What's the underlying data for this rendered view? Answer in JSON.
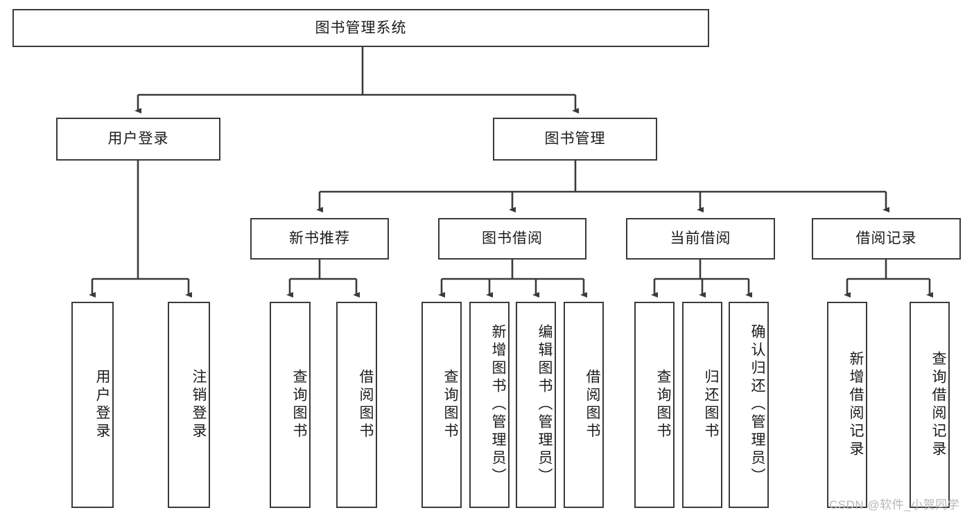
{
  "diagram": {
    "type": "hierarchy-tree",
    "title": "图书管理系统",
    "orientation": "top-down",
    "colors": {
      "box_border": "#3a3a3a",
      "box_fill": "#ffffff",
      "edge": "#3a3a3a",
      "text": "#1b1b1b",
      "watermark": "#b6b6b6"
    },
    "levels": 3,
    "nodes": {
      "root": {
        "label": "图书管理系统"
      },
      "level2": [
        {
          "label": "用户登录"
        },
        {
          "label": "图书管理"
        }
      ],
      "level3": [
        {
          "label": "新书推荐"
        },
        {
          "label": "图书借阅"
        },
        {
          "label": "当前借阅"
        },
        {
          "label": "借阅记录"
        }
      ],
      "leaves": {
        "user_login": [
          {
            "label": "用户登录"
          },
          {
            "label": "注销登录"
          }
        ],
        "new_book_recommend": [
          {
            "label": "查询图书"
          },
          {
            "label": "借阅图书"
          }
        ],
        "book_borrow": [
          {
            "label": "查询图书"
          },
          {
            "label": "新增图书（管理员）"
          },
          {
            "label": "编辑图书（管理员）"
          },
          {
            "label": "借阅图书"
          }
        ],
        "current_borrow": [
          {
            "label": "查询图书"
          },
          {
            "label": "归还图书"
          },
          {
            "label": "确认归还（管理员）"
          }
        ],
        "borrow_record": [
          {
            "label": "新增借阅记录"
          },
          {
            "label": "查询借阅记录"
          }
        ]
      }
    },
    "watermark": "CSDN @软件_小贺同学"
  }
}
